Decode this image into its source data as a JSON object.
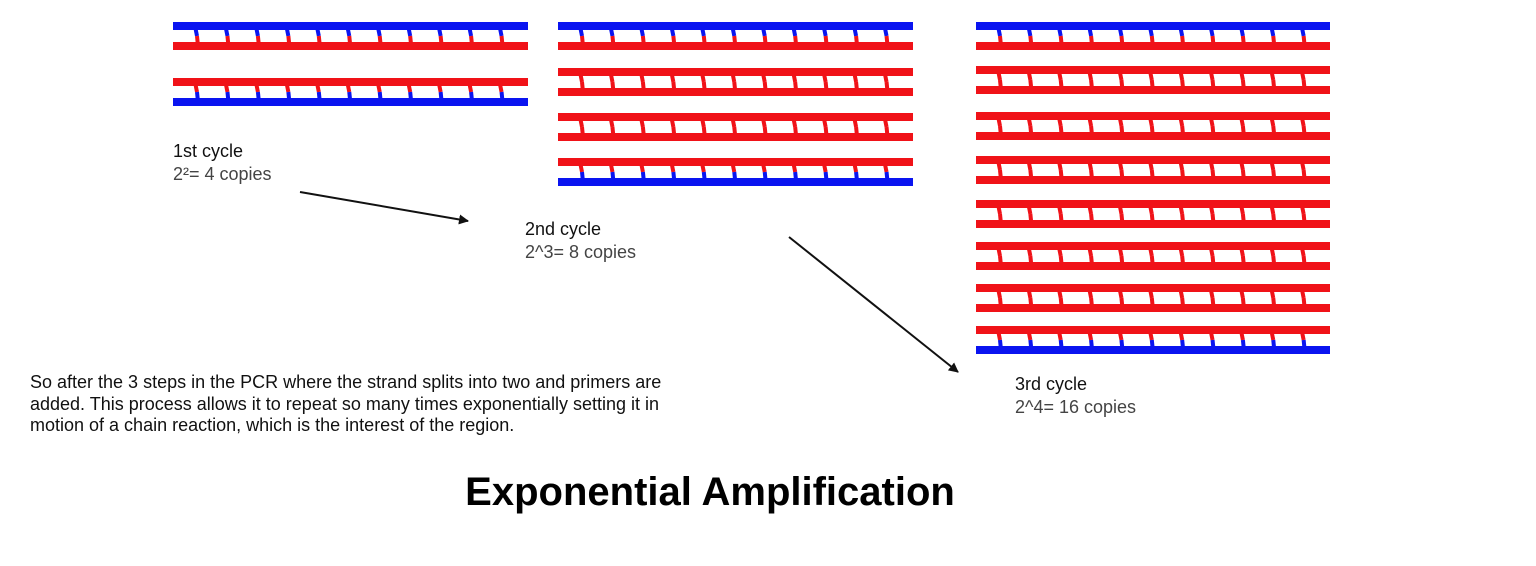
{
  "title": "Exponential Amplification",
  "colors": {
    "original_strand": "#0a14f0",
    "new_strand": "#f01218",
    "arrow": "#111111"
  },
  "cycles": [
    {
      "label": "1st cycle",
      "copies": "2²= 4 copies",
      "duplexes": 2
    },
    {
      "label": "2nd cycle",
      "copies": "2^3= 8 copies",
      "duplexes": 4
    },
    {
      "label": "3rd cycle",
      "copies": "2^4= 16 copies",
      "duplexes": 8
    }
  ],
  "description": "So after the 3 steps in the PCR where the strand splits into two and primers are added. This process allows it to repeat so many times exponentially setting it in motion of a chain reaction, which is the interest of the region."
}
